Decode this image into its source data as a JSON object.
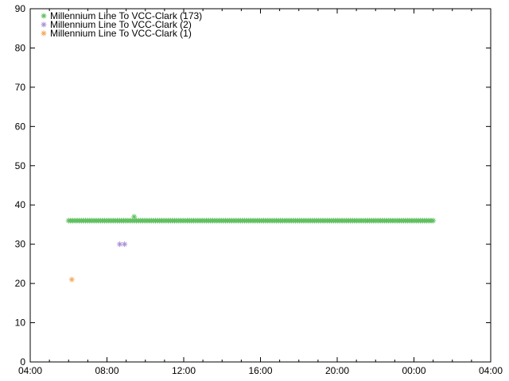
{
  "chart_data": {
    "type": "scatter",
    "x_axis": {
      "type": "time",
      "range": [
        "04:00",
        "04:00 +1d"
      ],
      "tick_labels": [
        "04:00",
        "08:00",
        "12:00",
        "16:00",
        "20:00",
        "00:00",
        "04:00"
      ],
      "minor_tick_interval_hours": 1
    },
    "y_axis": {
      "range": [
        0,
        90
      ],
      "tick_labels": [
        "0",
        "10",
        "20",
        "30",
        "40",
        "50",
        "60",
        "70",
        "80",
        "90"
      ]
    },
    "grid": false,
    "legend_position": "top-left",
    "marker": "asterisk",
    "series": [
      {
        "name": "Millennium Line To VCC-Clark (173)",
        "color": "#5fbf5f",
        "pattern": {
          "start": "06:00",
          "end": "01:00 +1d",
          "count": 173,
          "y": 36
        },
        "extra_points": [
          {
            "x": "09:25",
            "y": 37
          }
        ]
      },
      {
        "name": "Millennium Line To VCC-Clark (2)",
        "color": "#a98fd6",
        "points": [
          {
            "x": "08:40",
            "y": 30
          },
          {
            "x": "08:55",
            "y": 30
          }
        ]
      },
      {
        "name": "Millennium Line To VCC-Clark (1)",
        "color": "#f5a85a",
        "points": [
          {
            "x": "06:10",
            "y": 21
          }
        ]
      }
    ]
  }
}
